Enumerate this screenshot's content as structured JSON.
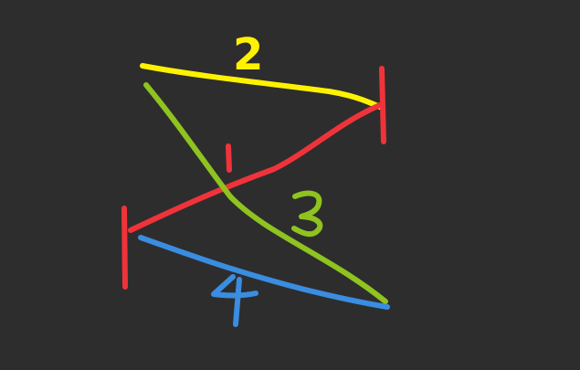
{
  "colors": {
    "background": "#2d2d2d",
    "stroke_1": "#f0333a",
    "stroke_2": "#fff200",
    "stroke_3": "#8fc31f",
    "stroke_4": "#3a8de0"
  },
  "labels": {
    "stroke_1": "1",
    "stroke_2": "2",
    "stroke_3": "3",
    "stroke_4": "4"
  }
}
